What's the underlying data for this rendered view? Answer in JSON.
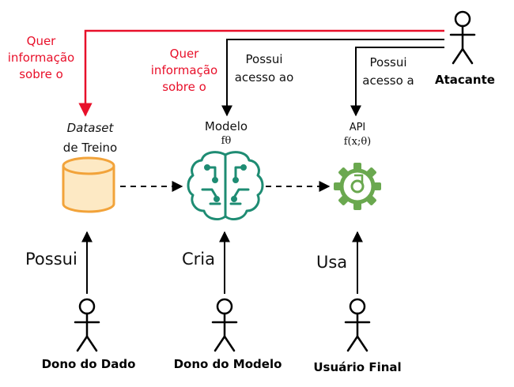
{
  "attacker": {
    "name": "Atacante",
    "want_info_dataset": [
      "Quer",
      "informação",
      "sobre o"
    ],
    "want_info_model": [
      "Quer",
      "informação",
      "sobre o"
    ],
    "access_model": [
      "Possui",
      "acesso ao"
    ],
    "access_api": [
      "Possui",
      "acesso a"
    ]
  },
  "dataset": {
    "title_italic": "Dataset",
    "title_rest": "de Treino"
  },
  "model": {
    "title": "Modelo",
    "symbol": "fθ"
  },
  "api": {
    "title": "API",
    "symbol": "f(x;θ)"
  },
  "actors": [
    {
      "name": "Dono do Dado",
      "action": "Possui"
    },
    {
      "name": "Dono do Modelo",
      "action": "Cria"
    },
    {
      "name": "Usuário Final",
      "action": "Usa"
    }
  ],
  "colors": {
    "red": "#e8102a",
    "dataset_orange": "#f2a33a",
    "dataset_fill": "#fde9c4",
    "model_green": "#1e8c73",
    "gear_green": "#6aa84f"
  }
}
